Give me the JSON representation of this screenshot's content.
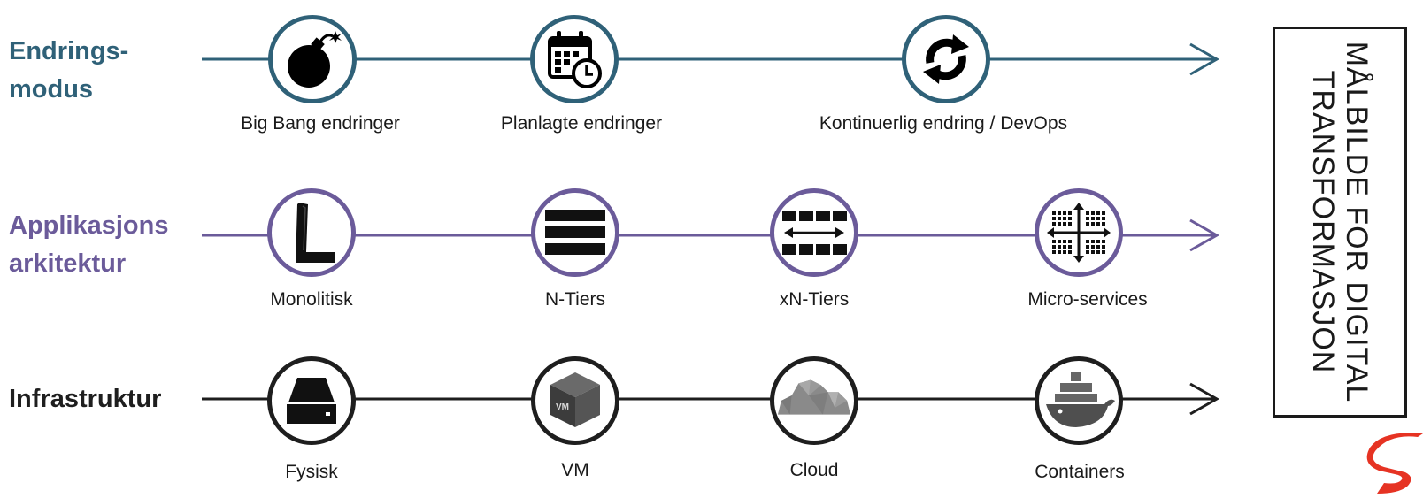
{
  "rows": [
    {
      "label_line1": "Endrings-",
      "label_line2": "modus",
      "color": "#2f6178",
      "nodes": [
        {
          "icon": "bomb-icon",
          "caption": "Big Bang endringer"
        },
        {
          "icon": "calendar-clock-icon",
          "caption": "Planlagte endringer"
        },
        {
          "icon": "refresh-cycle-icon",
          "caption": "Kontinuerlig endring / DevOps"
        }
      ]
    },
    {
      "label_line1": "Applikasjons",
      "label_line2": "arkitektur",
      "color": "#6b5b9a",
      "nodes": [
        {
          "icon": "monolith-icon",
          "caption": "Monolitisk"
        },
        {
          "icon": "layered-tiers-icon",
          "caption": "N-Tiers"
        },
        {
          "icon": "distributed-tiers-icon",
          "caption": "xN-Tiers"
        },
        {
          "icon": "microservices-grid-icon",
          "caption": "Micro-services"
        }
      ]
    },
    {
      "label_line1": "Infrastruktur",
      "color": "#1e1e1e",
      "nodes": [
        {
          "icon": "server-icon",
          "caption": "Fysisk"
        },
        {
          "icon": "vm-cube-icon",
          "caption": "VM"
        },
        {
          "icon": "cloud-icon",
          "caption": "Cloud"
        },
        {
          "icon": "docker-whale-icon",
          "caption": "Containers"
        }
      ]
    }
  ],
  "target_box": {
    "line1": "Målbilde for digital",
    "line2": "transformasjon"
  },
  "logo": {
    "icon": "brand-s-logo-icon",
    "color": "#e63323"
  }
}
